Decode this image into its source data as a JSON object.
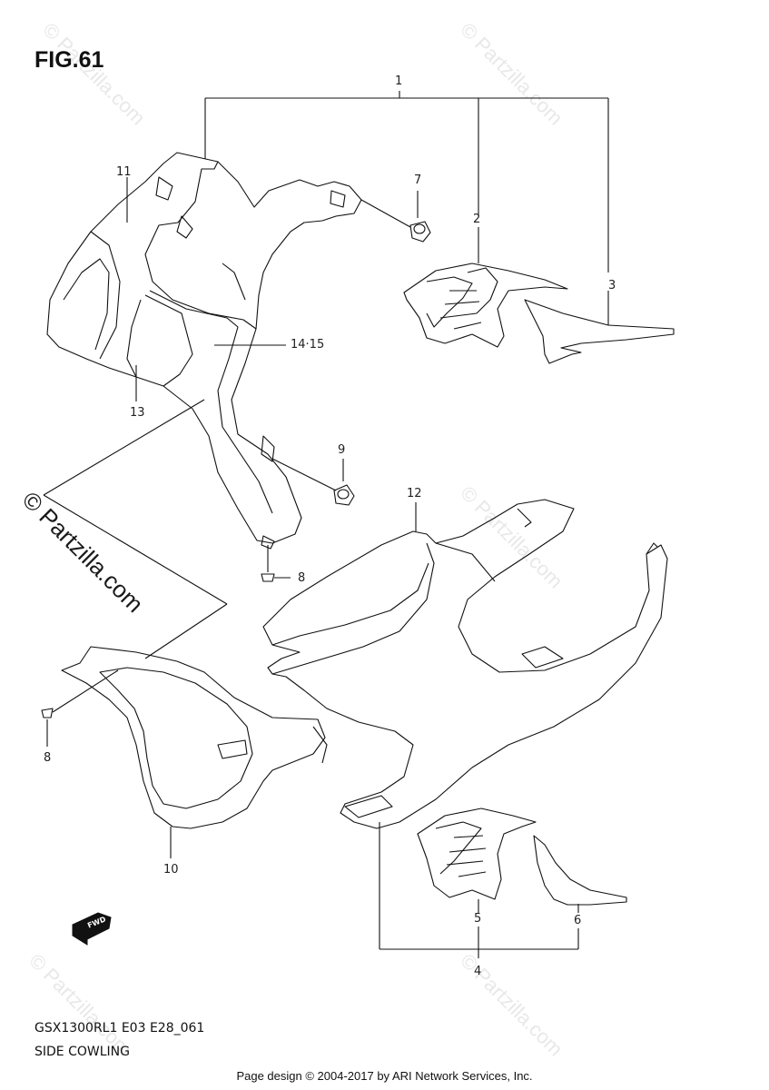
{
  "figure": {
    "title": "FIG.61"
  },
  "callouts": {
    "c1": "1",
    "c2": "2",
    "c3": "3",
    "c4": "4",
    "c5": "5",
    "c6": "6",
    "c7": "7",
    "c8a": "8",
    "c8b": "8",
    "c9": "9",
    "c10": "10",
    "c11": "11",
    "c12": "12",
    "c13": "13",
    "c14_15": "14·15"
  },
  "watermark": {
    "text": "© Partzilla.com"
  },
  "fwd_arrow": {
    "label": "FWD"
  },
  "caption": {
    "model_code": "GSX1300RL1 E03 E28_061",
    "part_name": "SIDE COWLING"
  },
  "footer": {
    "copyright": "Page design © 2004-2017 by ARI Network Services, Inc."
  }
}
